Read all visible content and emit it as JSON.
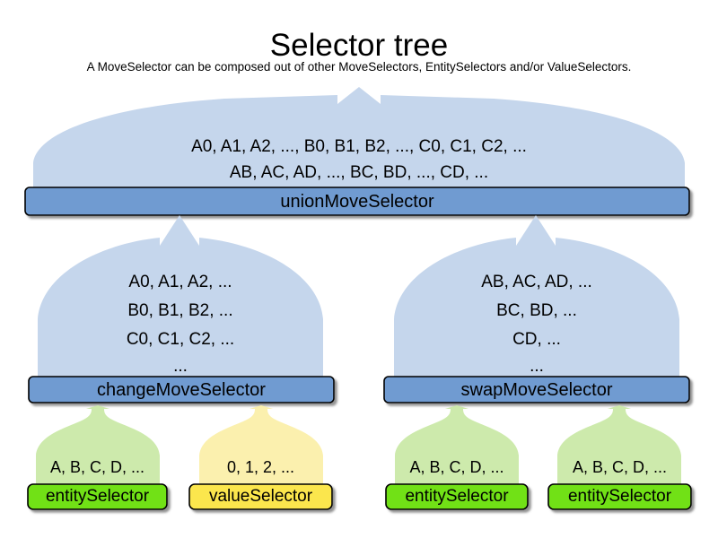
{
  "header": {
    "title": "Selector tree",
    "subtitle": "A MoveSelector can be composed out of other MoveSelectors, EntitySelectors and/or ValueSelectors."
  },
  "colors": {
    "dome_blue": "#c5d6ec",
    "bar_blue": "#6f9bd1",
    "dome_green": "#cdeaac",
    "box_green": "#71e119",
    "dome_yellow": "#fbf0ae",
    "box_yellow": "#fbe64d",
    "stroke": "#000000",
    "background": "#ffffff"
  },
  "nodes": {
    "union": {
      "label": "unionMoveSelector",
      "lines": [
        "A0, A1, A2, ..., B0, B1, B2, ..., C0, C1, C2, ...",
        "AB, AC, AD, ..., BC, BD, ..., CD, ..."
      ]
    },
    "change": {
      "label": "changeMoveSelector",
      "lines": [
        "A0, A1, A2, ...",
        "B0, B1, B2, ...",
        "C0, C1, C2, ...",
        "..."
      ]
    },
    "swap": {
      "label": "swapMoveSelector",
      "lines": [
        "AB, AC, AD, ...",
        "BC, BD, ...",
        "CD, ...",
        "..."
      ]
    },
    "leaves": [
      {
        "label": "entitySelector",
        "line": "A, B, C, D, ...",
        "kind": "entity"
      },
      {
        "label": "valueSelector",
        "line": "0, 1, 2, ...",
        "kind": "value"
      },
      {
        "label": "entitySelector",
        "line": "A, B, C, D, ...",
        "kind": "entity"
      },
      {
        "label": "entitySelector",
        "line": "A, B, C, D, ...",
        "kind": "entity"
      }
    ]
  }
}
